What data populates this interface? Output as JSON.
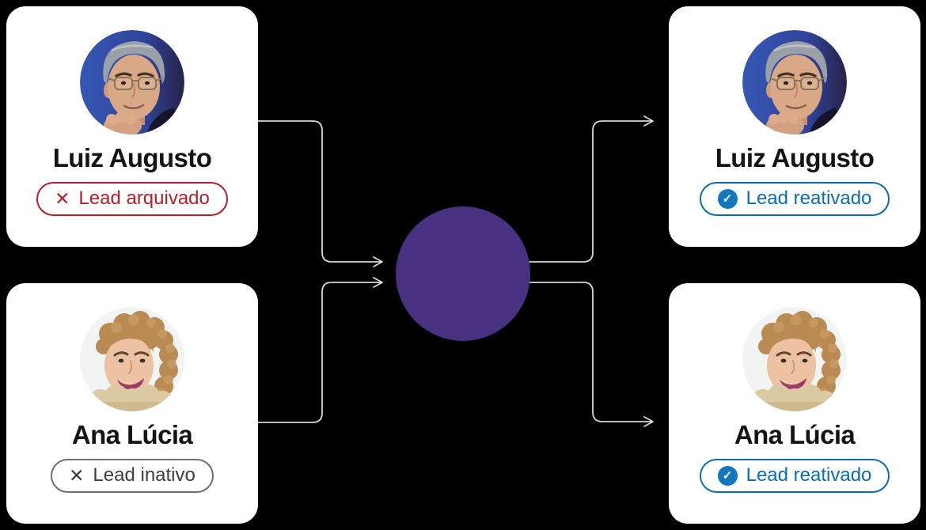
{
  "scene": {
    "description": "Lead reactivation before/after flow diagram",
    "background_color": "#000000"
  },
  "colors": {
    "card_background": "#ffffff",
    "name_text": "#141414",
    "connector": "#d7d7db",
    "flow_node_purple": "#483181",
    "badge_red": "#b32028",
    "badge_gray_border": "#6f6f6f",
    "badge_gray_text": "#3e3e3e",
    "badge_blue": "#0d6bb0",
    "badge_blue_check_fill": "#1377bf"
  },
  "icons": {
    "x": "✕",
    "check": "✓"
  },
  "flow": {
    "node_shape": "circle",
    "node_color": "#483181",
    "left_to_node_arrows": 2,
    "node_to_right_arrows": 2
  },
  "cards": [
    {
      "position": "top-left",
      "name": "Luiz Augusto",
      "avatar": "luiz-augusto-portrait",
      "badge": {
        "label": "Lead arquivado",
        "icon": "x-icon",
        "variant": "red"
      }
    },
    {
      "position": "bottom-left",
      "name": "Ana Lúcia",
      "avatar": "ana-lucia-portrait",
      "badge": {
        "label": "Lead inativo",
        "icon": "x-icon",
        "variant": "gray"
      }
    },
    {
      "position": "top-right",
      "name": "Luiz Augusto",
      "avatar": "luiz-augusto-portrait",
      "badge": {
        "label": "Lead reativado",
        "icon": "check-icon",
        "variant": "blue"
      }
    },
    {
      "position": "bottom-right",
      "name": "Ana Lúcia",
      "avatar": "ana-lucia-portrait",
      "badge": {
        "label": "Lead reativado",
        "icon": "check-icon",
        "variant": "blue"
      }
    }
  ]
}
